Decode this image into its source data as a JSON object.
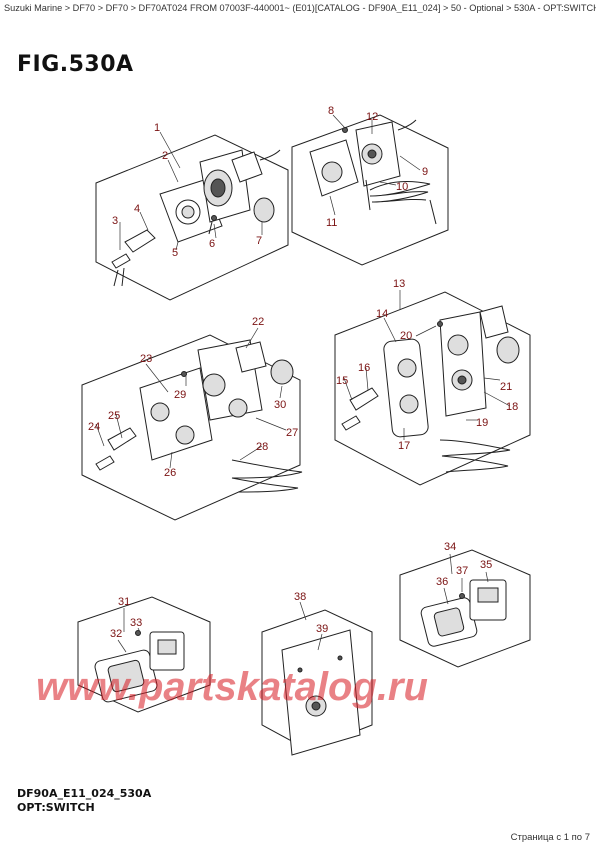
{
  "breadcrumb": "Suzuki Marine > DF70 > DF70 > DF70AT024 FROM 07003F-440001~ (E01)[CATALOG - DF90A_E11_024] > 50 - Optional > 530A - OPT:SWITCH",
  "figure": {
    "title": "FIG.530A",
    "code": "DF90A_E11_024_530A",
    "name": "OPT:SWITCH"
  },
  "watermark": "www.partskatalog.ru",
  "footer": "Страница с 1 по 7",
  "callouts": [
    "1",
    "2",
    "3",
    "4",
    "5",
    "6",
    "7",
    "8",
    "9",
    "10",
    "11",
    "12",
    "13",
    "14",
    "15",
    "16",
    "17",
    "18",
    "19",
    "20",
    "21",
    "22",
    "23",
    "24",
    "25",
    "26",
    "27",
    "28",
    "29",
    "30",
    "31",
    "32",
    "33",
    "34",
    "35",
    "36",
    "37",
    "38",
    "39"
  ]
}
